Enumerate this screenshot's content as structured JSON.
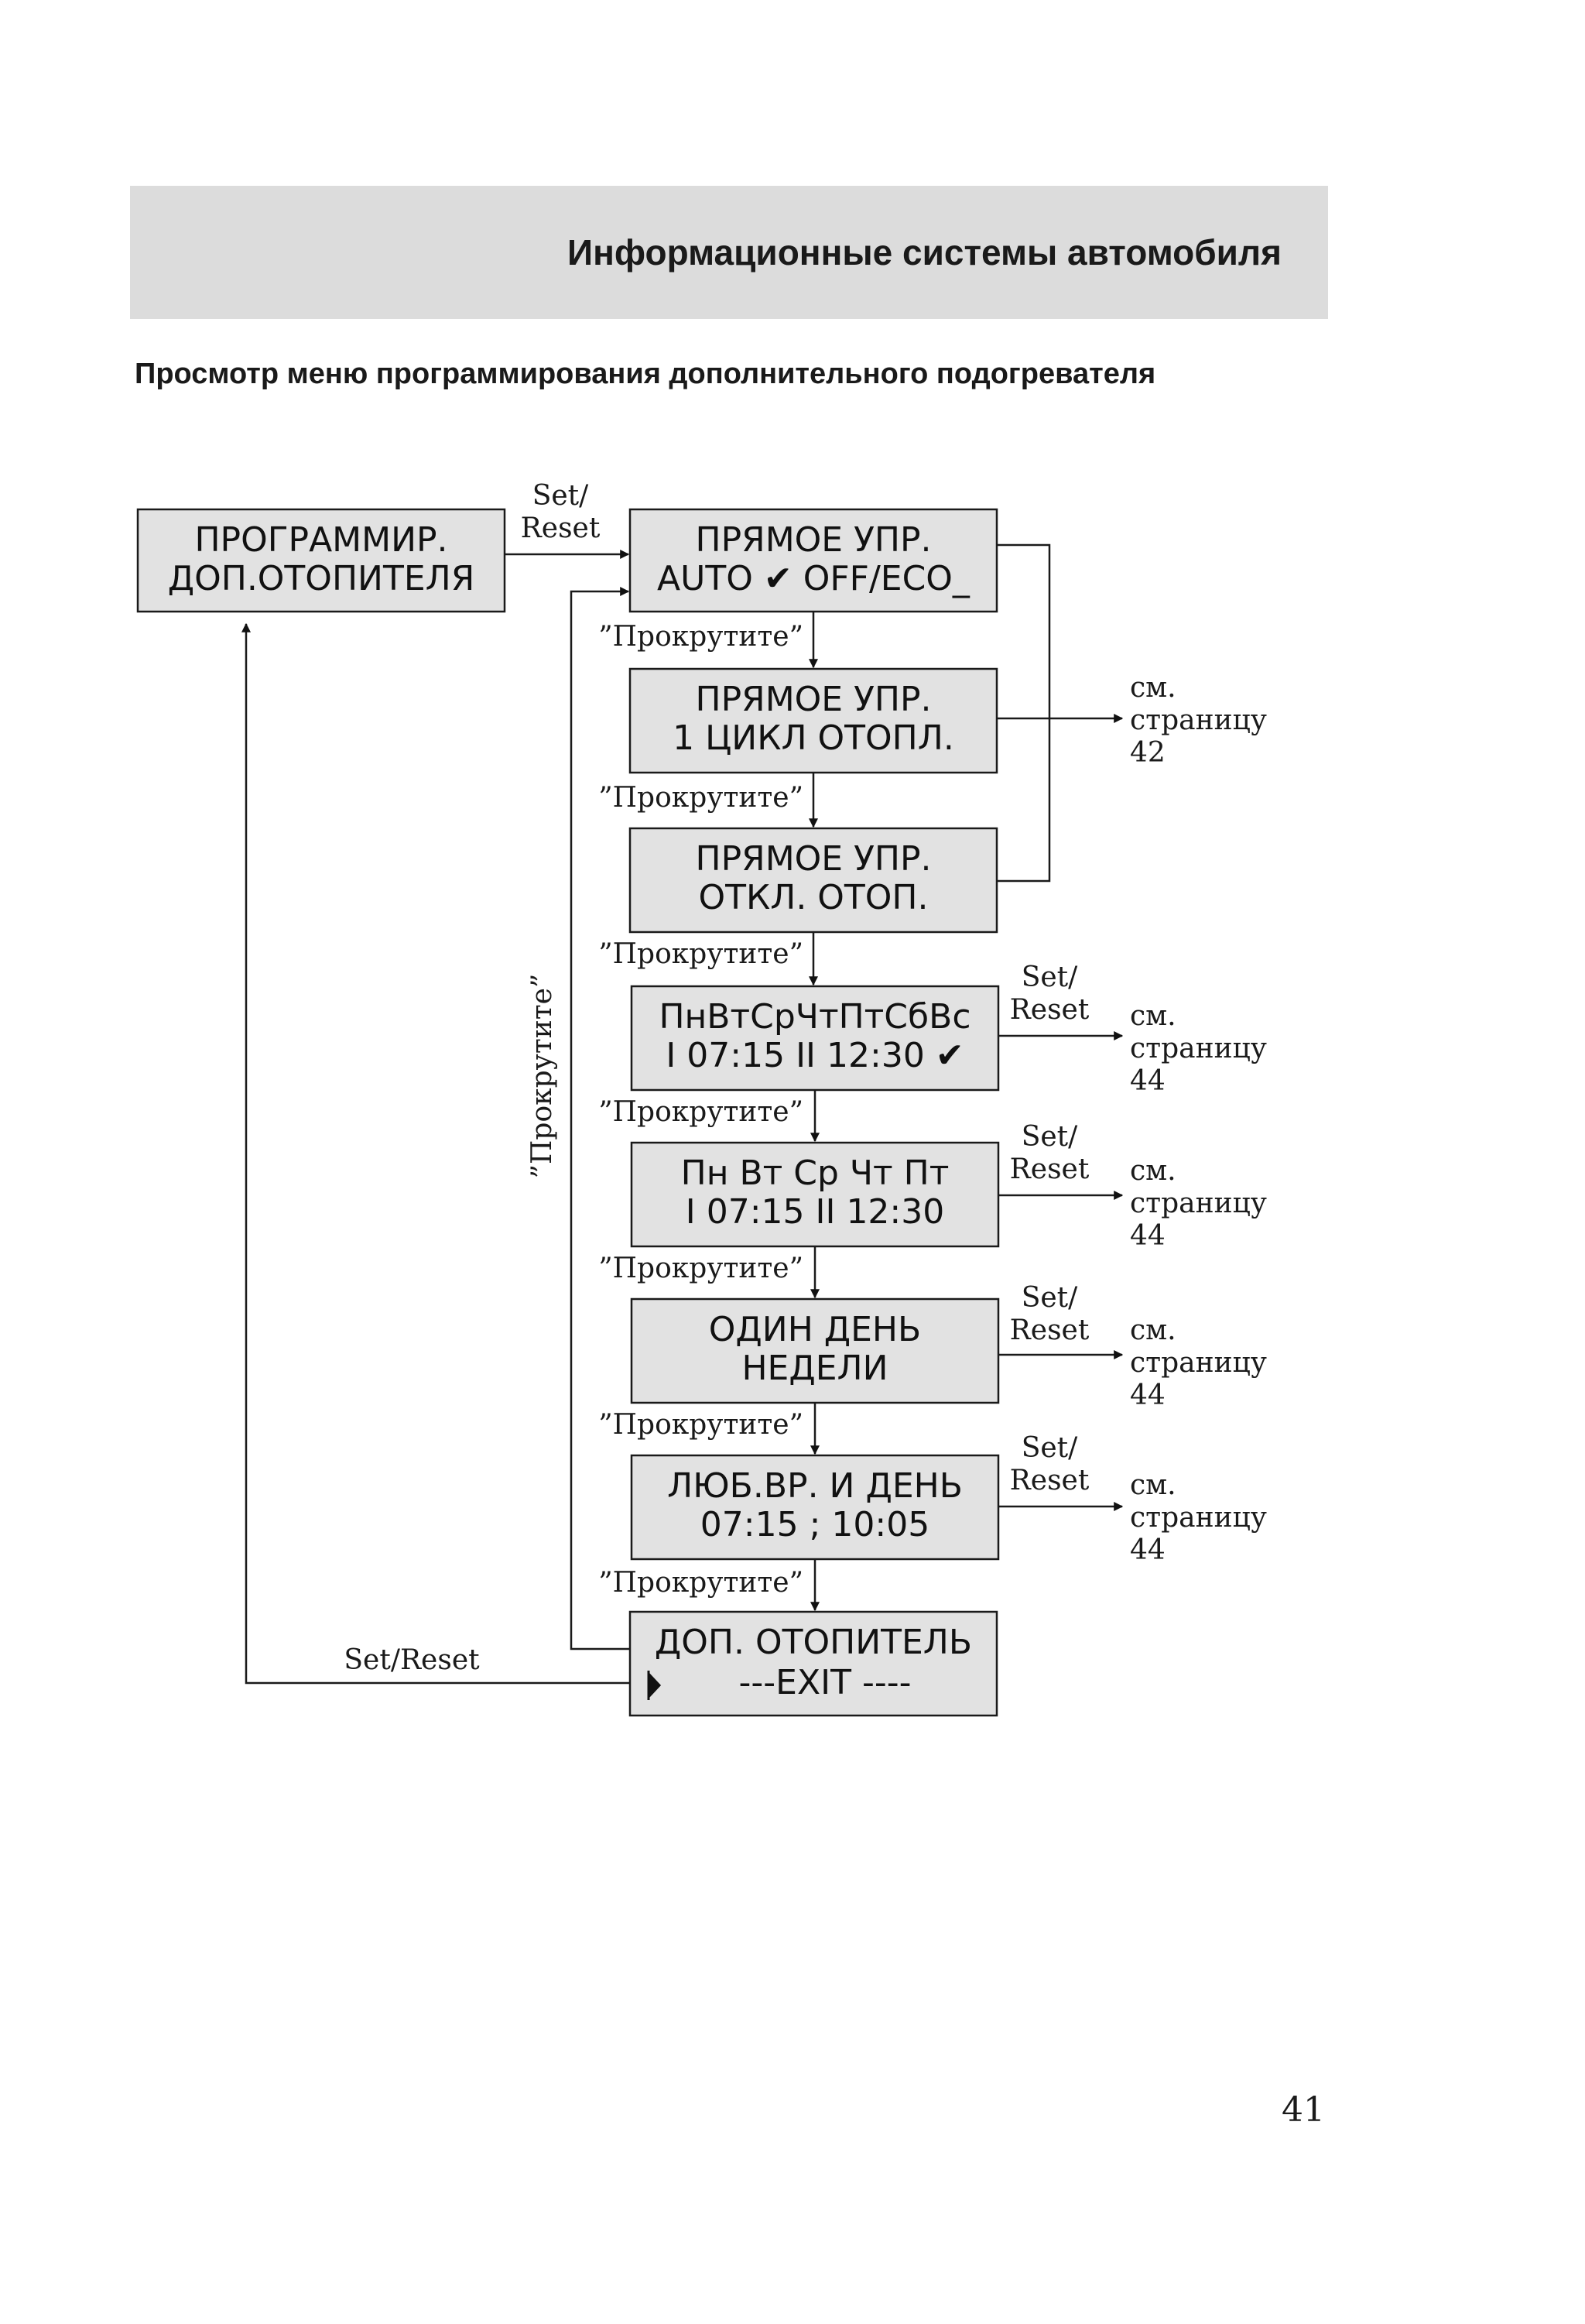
{
  "header": {
    "title": "Информационные системы автомобиля"
  },
  "subtitle": "Просмотр меню программирования дополнительного подогревателя",
  "boxes": {
    "start": {
      "line1": "ПРОГРАММИР.",
      "line2": "ДОП.ОТОПИТЕЛЯ"
    },
    "direct_auto": {
      "line1": "ПРЯМОЕ УПР.",
      "line2": "AUTO ✔  OFF/ECO_"
    },
    "direct_cycle": {
      "line1": "ПРЯМОЕ УПР.",
      "line2": "1 ЦИКЛ ОТОПЛ."
    },
    "direct_off": {
      "line1": "ПРЯМОЕ УПР.",
      "line2": "ОТКЛ. ОТОП."
    },
    "week_all": {
      "line1": "ПнВтСрЧтПтСбВс",
      "line2": "I 07:15  II 12:30 ✔"
    },
    "week_workdays": {
      "line1": "Пн Вт Ср Чт Пт",
      "line2": "I 07:15  II 12:30"
    },
    "one_day": {
      "line1": "ОДИН ДЕНЬ",
      "line2": "НЕДЕЛИ"
    },
    "any_time": {
      "line1": "ЛЮБ.ВР. И ДЕНЬ",
      "line2": "07:15 ; 10:05"
    },
    "exit": {
      "line1": "ДОП. ОТОПИТЕЛЬ",
      "line2": "---EXIT ----"
    }
  },
  "labels": {
    "set_reset_top": "Set/",
    "set_reset_bottom": "Reset",
    "set_reset_full": "Set/Reset",
    "scroll": "”Прокрутите”",
    "scroll_vertical": "”Прокрутите”",
    "see_line1": "см.",
    "see_line2": "страницу"
  },
  "page_refs": {
    "direct": "42",
    "week_all": "44",
    "week_workdays": "44",
    "one_day": "44",
    "any_time": "44"
  },
  "page_number": "41"
}
